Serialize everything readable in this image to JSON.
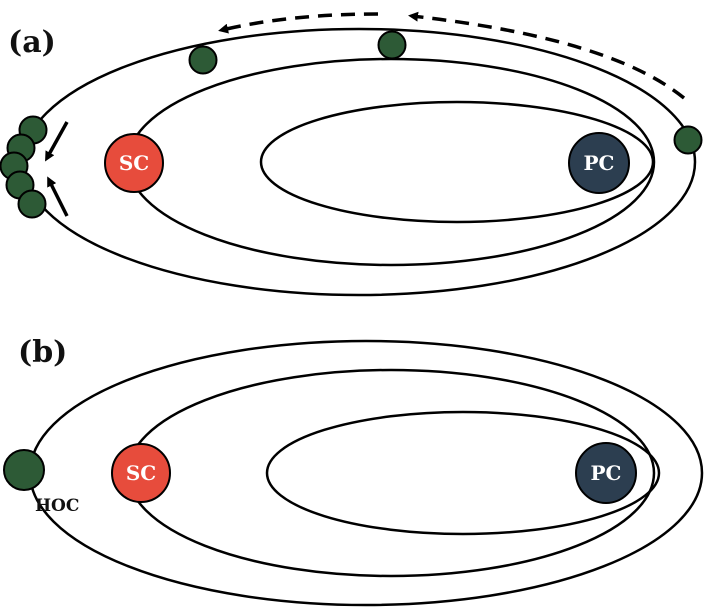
{
  "colors": {
    "sc_fill": "#e74c3c",
    "pc_fill": "#2c3e50",
    "particle_fill": "#2d5a36",
    "line": "#000000",
    "background": "#ffffff"
  },
  "panel_a": {
    "label": "(a)",
    "sc_label": "SC",
    "pc_label": "PC"
  },
  "panel_b": {
    "label": "(b)",
    "sc_label": "SC",
    "pc_label": "PC",
    "hoc_label": "HOC"
  }
}
